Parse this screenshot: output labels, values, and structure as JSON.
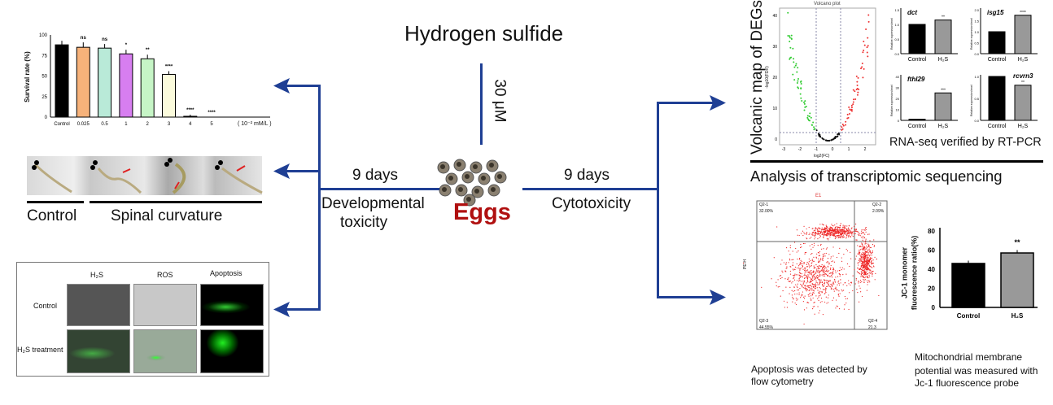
{
  "title": "Hydrogen sulfide",
  "concentration": "30 μM",
  "eggs_label": "Eggs",
  "left_branch": {
    "days": "9 days",
    "label_line1": "Developmental",
    "label_line2": "toxicity"
  },
  "right_branch": {
    "days": "9 days",
    "label": "Cytotoxicity"
  },
  "survival_chart": {
    "ylabel": "Survival rate  (%)",
    "unit_label": "( 10⁻² mM/L )",
    "yticks": [
      "0",
      "25",
      "50",
      "75",
      "100"
    ],
    "categories": [
      "Control",
      "0.025",
      "0.5",
      "1",
      "2",
      "3",
      "4",
      "5"
    ],
    "values": [
      88,
      85,
      84,
      77,
      71,
      52,
      1,
      0
    ],
    "errors": [
      5,
      6,
      5,
      5,
      5,
      4,
      2,
      0
    ],
    "significance": [
      "",
      "ns",
      "ns",
      "*",
      "**",
      "****",
      "****",
      "****"
    ],
    "colors": [
      "#000000",
      "#f7b27a",
      "#b9ead8",
      "#d77ef0",
      "#c6f5c6",
      "#fbfbdc",
      "#cccccc",
      "#ffffff"
    ]
  },
  "morphology": {
    "control_label": "Control",
    "curvature_label": "Spinal curvature"
  },
  "fluorescence": {
    "columns": [
      "H₂S",
      "ROS",
      "Apoptosis"
    ],
    "rows": [
      "Control",
      "H₂S treatment"
    ]
  },
  "volcano": {
    "side_title": "Volcanic map of DEGs",
    "title": "Volcano plot",
    "xlabel": "log2(FC)",
    "ylabel": "-log10(FDR)",
    "yticks": [
      "0",
      "10",
      "20",
      "30",
      "40"
    ],
    "xticks": [
      "-3",
      "-2",
      "-1",
      "0",
      "1",
      "2"
    ]
  },
  "rtpcr": {
    "ylabel": "Relative expression level",
    "groups": [
      "Control",
      "H₂S"
    ],
    "genes": [
      {
        "name": "dct",
        "values": [
          1.0,
          1.15
        ],
        "ymax": 1.5,
        "yticks": [
          "0.0",
          "0.5",
          "1.0",
          "1.5"
        ],
        "sig": "**"
      },
      {
        "name": "isg15",
        "values": [
          1.0,
          1.75
        ],
        "ymax": 2.0,
        "yticks": [
          "0.0",
          "0.5",
          "1.0",
          "1.5",
          "2.0"
        ],
        "sig": "****"
      },
      {
        "name": "fthl29",
        "values": [
          1,
          25
        ],
        "ymax": 40,
        "yticks": [
          "0",
          "10",
          "20",
          "30",
          "40"
        ],
        "sig": "***"
      },
      {
        "name": "rcvrn3",
        "values": [
          1.0,
          0.8
        ],
        "ymax": 1.0,
        "yticks": [
          "0.0",
          "0.5",
          "1.0"
        ],
        "sig": "**"
      }
    ],
    "caption": "RNA-seq verified by RT-PCR"
  },
  "section_title": "Analysis of transcriptomic sequencing",
  "flow": {
    "title": "E1",
    "ylabel": "PE-H",
    "q1": "Q2-1",
    "q1v": "32.00%",
    "q2": "Q2-2",
    "q2v": "2.09%",
    "q3": "Q2-3",
    "q3v": "44.55%",
    "q4": "Q2-4",
    "q4v": "21.3",
    "caption1": "Apoptosis was detected by",
    "caption2": "flow cytometry"
  },
  "jc1": {
    "ylabel1": "JC-1 monomer",
    "ylabel2": "fluorescence ratio(%)",
    "yticks": [
      "0",
      "20",
      "40",
      "60",
      "80"
    ],
    "categories": [
      "Control",
      "H₂S"
    ],
    "values": [
      46,
      57
    ],
    "sig": "**",
    "caption1": "Mitochondrial membrane",
    "caption2": "potential was measured with",
    "caption3": "Jc-1 fluorescence probe"
  }
}
